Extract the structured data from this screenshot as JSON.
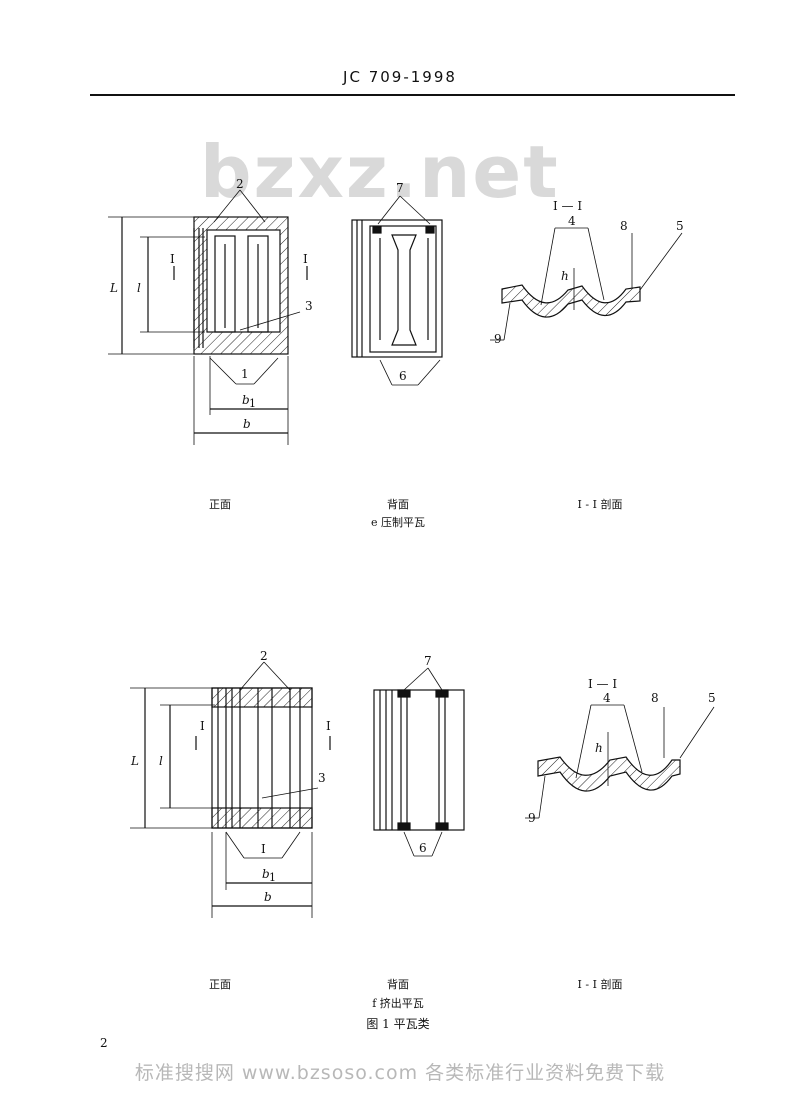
{
  "header": {
    "standard_code": "JC 709-1998"
  },
  "watermark": {
    "text": "bzxz.net"
  },
  "section_e": {
    "view_front": "正面",
    "view_back": "背面",
    "view_section": "I - I  剖面",
    "subcaption": "e 压制平瓦",
    "front": {
      "callout_top": "2",
      "callout_side": "3",
      "callout_bottom": "1",
      "section_mark_left": "I",
      "section_mark_right": "I",
      "dim_L": "L",
      "dim_l": "l",
      "dim_b1": "b",
      "dim_b1_sub": "1",
      "dim_b": "b"
    },
    "back": {
      "callout_top": "7",
      "callout_bottom": "6"
    },
    "section": {
      "title": "I — I",
      "callout_4": "4",
      "callout_8": "8",
      "callout_5": "5",
      "callout_9": "9",
      "dim_h": "h"
    }
  },
  "section_f": {
    "view_front": "正面",
    "view_back": "背面",
    "view_section": "I - I  剖面",
    "subcaption": "f 挤出平瓦",
    "figure_caption": "图 1   平瓦类",
    "front": {
      "callout_top": "2",
      "callout_side": "3",
      "callout_bottom": "I",
      "section_mark_left": "I",
      "section_mark_right": "I",
      "dim_L": "L",
      "dim_l": "l",
      "dim_b1": "b",
      "dim_b1_sub": "1",
      "dim_b": "b"
    },
    "back": {
      "callout_top": "7",
      "callout_bottom": "6"
    },
    "section": {
      "title": "I — I",
      "callout_4": "4",
      "callout_8": "8",
      "callout_5": "5",
      "callout_9": "9",
      "dim_h": "h"
    }
  },
  "page_number": "2",
  "footer": {
    "watermark_text": "标准搜搜网  www.bzsoso.com  各类标准行业资料免费下载"
  }
}
